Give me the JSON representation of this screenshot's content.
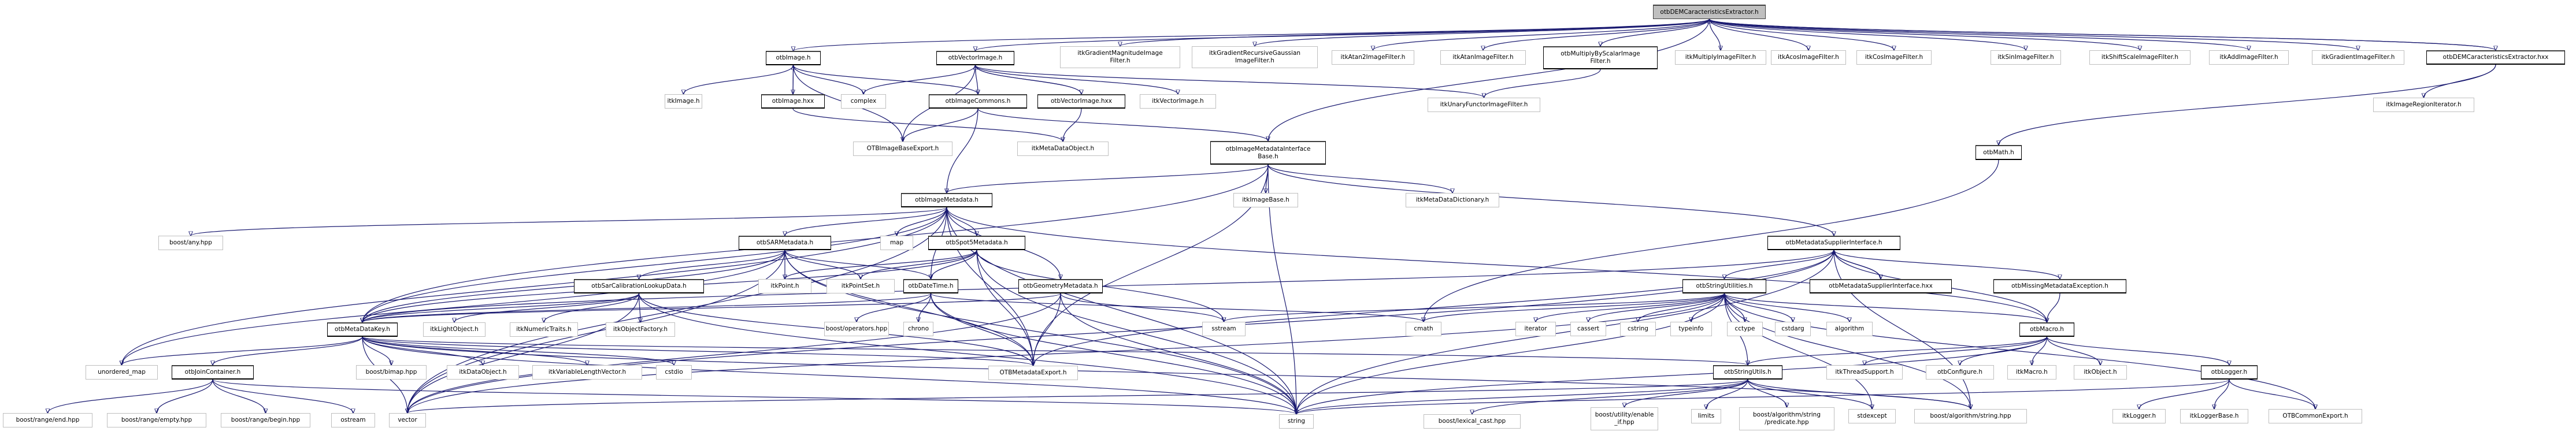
{
  "title": "otbDEMCaracteristicsExtractor.h include dependency graph",
  "colors": {
    "edge": "#191970",
    "root_fill": "#bfbfbf",
    "external_border": "#bfbfbf",
    "internal_border": "#000000"
  },
  "nodes": [
    {
      "id": "root",
      "label": "otbDEMCaracteristicsExtractor.h",
      "kind": "root"
    },
    {
      "id": "otbImage_h",
      "label": "otbImage.h",
      "kind": "int"
    },
    {
      "id": "otbVectorImage_h",
      "label": "otbVectorImage.h",
      "kind": "int"
    },
    {
      "id": "itkGradientMagnitude",
      "label": "itkGradientMagnitudeImage\nFilter.h",
      "kind": "ext"
    },
    {
      "id": "itkGradientRecursive",
      "label": "itkGradientRecursiveGaussian\nImageFilter.h",
      "kind": "ext"
    },
    {
      "id": "itkAtan2",
      "label": "itkAtan2ImageFilter.h",
      "kind": "ext"
    },
    {
      "id": "itkAtan",
      "label": "itkAtanImageFilter.h",
      "kind": "ext"
    },
    {
      "id": "otbMultiplyByScalar",
      "label": "otbMultiplyByScalarImage\nFilter.h",
      "kind": "int"
    },
    {
      "id": "itkMultiply",
      "label": "itkMultiplyImageFilter.h",
      "kind": "ext"
    },
    {
      "id": "itkAcos",
      "label": "itkAcosImageFilter.h",
      "kind": "ext"
    },
    {
      "id": "itkCos",
      "label": "itkCosImageFilter.h",
      "kind": "ext"
    },
    {
      "id": "itkSin",
      "label": "itkSinImageFilter.h",
      "kind": "ext"
    },
    {
      "id": "itkShiftScale",
      "label": "itkShiftScaleImageFilter.h",
      "kind": "ext"
    },
    {
      "id": "itkAdd",
      "label": "itkAddImageFilter.h",
      "kind": "ext"
    },
    {
      "id": "itkGradient",
      "label": "itkGradientImageFilter.h",
      "kind": "ext"
    },
    {
      "id": "root_hxx",
      "label": "otbDEMCaracteristicsExtractor.hxx",
      "kind": "int"
    },
    {
      "id": "itkImage_h",
      "label": "itkImage.h",
      "kind": "ext"
    },
    {
      "id": "otbImage_hxx",
      "label": "otbImage.hxx",
      "kind": "int"
    },
    {
      "id": "complex",
      "label": "complex",
      "kind": "ext"
    },
    {
      "id": "otbImageCommons",
      "label": "otbImageCommons.h",
      "kind": "int"
    },
    {
      "id": "otbVectorImage_hxx",
      "label": "otbVectorImage.hxx",
      "kind": "int"
    },
    {
      "id": "itkVectorImage",
      "label": "itkVectorImage.h",
      "kind": "ext"
    },
    {
      "id": "itkUnaryFunctor",
      "label": "itkUnaryFunctorImageFilter.h",
      "kind": "ext"
    },
    {
      "id": "itkImageRegionIterator",
      "label": "itkImageRegionIterator.h",
      "kind": "ext"
    },
    {
      "id": "OTBImageBaseExport",
      "label": "OTBImageBaseExport.h",
      "kind": "ext"
    },
    {
      "id": "itkMetaDataObject",
      "label": "itkMetaDataObject.h",
      "kind": "ext"
    },
    {
      "id": "otbIMIBase",
      "label": "otbImageMetadataInterface\nBase.h",
      "kind": "int"
    },
    {
      "id": "otbMath",
      "label": "otbMath.h",
      "kind": "int"
    },
    {
      "id": "otbImageMetadata",
      "label": "otbImageMetadata.h",
      "kind": "int"
    },
    {
      "id": "itkImageBase",
      "label": "itkImageBase.h",
      "kind": "ext"
    },
    {
      "id": "itkMetaDataDictionary",
      "label": "itkMetaDataDictionary.h",
      "kind": "ext"
    },
    {
      "id": "boost_any",
      "label": "boost/any.hpp",
      "kind": "ext"
    },
    {
      "id": "otbSARMetadata",
      "label": "otbSARMetadata.h",
      "kind": "int"
    },
    {
      "id": "map",
      "label": "map",
      "kind": "ext"
    },
    {
      "id": "otbSpot5Metadata",
      "label": "otbSpot5Metadata.h",
      "kind": "int"
    },
    {
      "id": "otbMSI",
      "label": "otbMetadataSupplierInterface.h",
      "kind": "int"
    },
    {
      "id": "otbSarCal",
      "label": "otbSarCalibrationLookupData.h",
      "kind": "int"
    },
    {
      "id": "itkPoint",
      "label": "itkPoint.h",
      "kind": "ext"
    },
    {
      "id": "itkPointSet",
      "label": "itkPointSet.h",
      "kind": "ext"
    },
    {
      "id": "otbDateTime",
      "label": "otbDateTime.h",
      "kind": "int"
    },
    {
      "id": "otbGeometryMetadata",
      "label": "otbGeometryMetadata.h",
      "kind": "int"
    },
    {
      "id": "otbStringUtilities",
      "label": "otbStringUtilities.h",
      "kind": "int"
    },
    {
      "id": "otbMSI_hxx",
      "label": "otbMetadataSupplierInterface.hxx",
      "kind": "int"
    },
    {
      "id": "otbMissingMeta",
      "label": "otbMissingMetadataException.h",
      "kind": "int"
    },
    {
      "id": "otbMetaDataKey",
      "label": "otbMetaDataKey.h",
      "kind": "int"
    },
    {
      "id": "itkLightObject",
      "label": "itkLightObject.h",
      "kind": "ext"
    },
    {
      "id": "itkNumericTraits",
      "label": "itkNumericTraits.h",
      "kind": "ext"
    },
    {
      "id": "itkObjectFactory",
      "label": "itkObjectFactory.h",
      "kind": "ext"
    },
    {
      "id": "boost_operators",
      "label": "boost/operators.hpp",
      "kind": "ext"
    },
    {
      "id": "chrono",
      "label": "chrono",
      "kind": "ext"
    },
    {
      "id": "sstream",
      "label": "sstream",
      "kind": "ext"
    },
    {
      "id": "cmath",
      "label": "cmath",
      "kind": "ext"
    },
    {
      "id": "iterator",
      "label": "iterator",
      "kind": "ext"
    },
    {
      "id": "cassert",
      "label": "cassert",
      "kind": "ext"
    },
    {
      "id": "cstring",
      "label": "cstring",
      "kind": "ext"
    },
    {
      "id": "typeinfo",
      "label": "typeinfo",
      "kind": "ext"
    },
    {
      "id": "cctype",
      "label": "cctype",
      "kind": "ext"
    },
    {
      "id": "cstdarg",
      "label": "cstdarg",
      "kind": "ext"
    },
    {
      "id": "algorithm",
      "label": "algorithm",
      "kind": "ext"
    },
    {
      "id": "otbMacro",
      "label": "otbMacro.h",
      "kind": "int"
    },
    {
      "id": "unordered_map",
      "label": "unordered_map",
      "kind": "ext"
    },
    {
      "id": "otbJoinContainer",
      "label": "otbJoinContainer.h",
      "kind": "int"
    },
    {
      "id": "boost_bimap",
      "label": "boost/bimap.hpp",
      "kind": "ext"
    },
    {
      "id": "itkDataObject",
      "label": "itkDataObject.h",
      "kind": "ext"
    },
    {
      "id": "itkVLV",
      "label": "itkVariableLengthVector.h",
      "kind": "ext"
    },
    {
      "id": "cstdio",
      "label": "cstdio",
      "kind": "ext"
    },
    {
      "id": "OTBMetadataExport",
      "label": "OTBMetadataExport.h",
      "kind": "ext"
    },
    {
      "id": "otbStringUtils",
      "label": "otbStringUtils.h",
      "kind": "int"
    },
    {
      "id": "itkThreadSupport",
      "label": "itkThreadSupport.h",
      "kind": "ext"
    },
    {
      "id": "otbConfigure",
      "label": "otbConfigure.h",
      "kind": "ext"
    },
    {
      "id": "itkMacro",
      "label": "itkMacro.h",
      "kind": "ext"
    },
    {
      "id": "itkObject",
      "label": "itkObject.h",
      "kind": "ext"
    },
    {
      "id": "otbLogger",
      "label": "otbLogger.h",
      "kind": "int"
    },
    {
      "id": "boost_range_end",
      "label": "boost/range/end.hpp",
      "kind": "ext"
    },
    {
      "id": "boost_range_empty",
      "label": "boost/range/empty.hpp",
      "kind": "ext"
    },
    {
      "id": "boost_range_begin",
      "label": "boost/range/begin.hpp",
      "kind": "ext"
    },
    {
      "id": "ostream",
      "label": "ostream",
      "kind": "ext"
    },
    {
      "id": "vector",
      "label": "vector",
      "kind": "ext"
    },
    {
      "id": "string",
      "label": "string",
      "kind": "ext"
    },
    {
      "id": "boost_lexical_cast",
      "label": "boost/lexical_cast.hpp",
      "kind": "ext"
    },
    {
      "id": "boost_enable_if",
      "label": "boost/utility/enable\n_if.hpp",
      "kind": "ext"
    },
    {
      "id": "limits",
      "label": "limits",
      "kind": "ext"
    },
    {
      "id": "boost_predicate",
      "label": "boost/algorithm/string\n/predicate.hpp",
      "kind": "ext"
    },
    {
      "id": "stdexcept",
      "label": "stdexcept",
      "kind": "ext"
    },
    {
      "id": "boost_alg_string",
      "label": "boost/algorithm/string.hpp",
      "kind": "ext"
    },
    {
      "id": "itkLogger",
      "label": "itkLogger.h",
      "kind": "ext"
    },
    {
      "id": "itkLoggerBase",
      "label": "itkLoggerBase.h",
      "kind": "ext"
    },
    {
      "id": "OTBCommonExport",
      "label": "OTBCommonExport.h",
      "kind": "ext"
    }
  ],
  "edges": [
    [
      "root",
      "otbImage_h"
    ],
    [
      "root",
      "otbVectorImage_h"
    ],
    [
      "root",
      "itkGradientMagnitude"
    ],
    [
      "root",
      "itkGradientRecursive"
    ],
    [
      "root",
      "itkAtan2"
    ],
    [
      "root",
      "itkAtan"
    ],
    [
      "root",
      "otbMultiplyByScalar"
    ],
    [
      "root",
      "itkMultiply"
    ],
    [
      "root",
      "itkAcos"
    ],
    [
      "root",
      "itkCos"
    ],
    [
      "root",
      "itkSin"
    ],
    [
      "root",
      "itkShiftScale"
    ],
    [
      "root",
      "itkAdd"
    ],
    [
      "root",
      "itkGradient"
    ],
    [
      "root",
      "root_hxx"
    ],
    [
      "root",
      "otbIMIBase"
    ],
    [
      "root_hxx",
      "root"
    ],
    [
      "root_hxx",
      "itkImageRegionIterator"
    ],
    [
      "root_hxx",
      "otbMath"
    ],
    [
      "otbImage_h",
      "itkImage_h"
    ],
    [
      "otbImage_h",
      "otbImage_hxx"
    ],
    [
      "otbImage_h",
      "complex"
    ],
    [
      "otbImage_h",
      "otbImageCommons"
    ],
    [
      "otbImage_h",
      "OTBImageBaseExport"
    ],
    [
      "otbImage_hxx",
      "otbImage_h"
    ],
    [
      "otbImage_hxx",
      "itkMetaDataObject"
    ],
    [
      "otbVectorImage_h",
      "complex"
    ],
    [
      "otbVectorImage_h",
      "otbImageCommons"
    ],
    [
      "otbVectorImage_h",
      "otbVectorImage_hxx"
    ],
    [
      "otbVectorImage_h",
      "itkVectorImage"
    ],
    [
      "otbVectorImage_h",
      "OTBImageBaseExport"
    ],
    [
      "otbVectorImage_h",
      "itkUnaryFunctor"
    ],
    [
      "otbVectorImage_hxx",
      "otbVectorImage_h"
    ],
    [
      "otbVectorImage_hxx",
      "itkMetaDataObject"
    ],
    [
      "otbMultiplyByScalar",
      "itkUnaryFunctor"
    ],
    [
      "otbImageCommons",
      "OTBImageBaseExport"
    ],
    [
      "otbImageCommons",
      "otbIMIBase"
    ],
    [
      "otbImageCommons",
      "otbImageMetadata"
    ],
    [
      "otbIMIBase",
      "otbImageMetadata"
    ],
    [
      "otbIMIBase",
      "itkImageBase"
    ],
    [
      "otbIMIBase",
      "itkMetaDataDictionary"
    ],
    [
      "otbIMIBase",
      "otbMSI"
    ],
    [
      "otbIMIBase",
      "string"
    ],
    [
      "otbIMIBase",
      "OTBMetadataExport"
    ],
    [
      "otbIMIBase",
      "otbMetaDataKey"
    ],
    [
      "otbMath",
      "cmath"
    ],
    [
      "otbImageMetadata",
      "boost_any"
    ],
    [
      "otbImageMetadata",
      "otbSARMetadata"
    ],
    [
      "otbImageMetadata",
      "map"
    ],
    [
      "otbImageMetadata",
      "otbSpot5Metadata"
    ],
    [
      "otbImageMetadata",
      "otbGeometryMetadata"
    ],
    [
      "otbImageMetadata",
      "otbMetaDataKey"
    ],
    [
      "otbImageMetadata",
      "OTBMetadataExport"
    ],
    [
      "otbImageMetadata",
      "string"
    ],
    [
      "otbImageMetadata",
      "vector"
    ],
    [
      "otbImageMetadata",
      "unordered_map"
    ],
    [
      "otbImageMetadata",
      "otbMacro"
    ],
    [
      "otbImageMetadata",
      "otbDateTime"
    ],
    [
      "otbSARMetadata",
      "otbSarCal"
    ],
    [
      "otbSARMetadata",
      "itkPoint"
    ],
    [
      "otbSARMetadata",
      "itkPointSet"
    ],
    [
      "otbSARMetadata",
      "otbDateTime"
    ],
    [
      "otbSARMetadata",
      "otbMetaDataKey"
    ],
    [
      "otbSARMetadata",
      "OTBMetadataExport"
    ],
    [
      "otbSARMetadata",
      "string"
    ],
    [
      "otbSARMetadata",
      "vector"
    ],
    [
      "otbSARMetadata",
      "unordered_map"
    ],
    [
      "otbSpot5Metadata",
      "itkPoint"
    ],
    [
      "otbSpot5Metadata",
      "itkPointSet"
    ],
    [
      "otbSpot5Metadata",
      "otbDateTime"
    ],
    [
      "otbSpot5Metadata",
      "otbMetaDataKey"
    ],
    [
      "otbSpot5Metadata",
      "OTBMetadataExport"
    ],
    [
      "otbSpot5Metadata",
      "string"
    ],
    [
      "otbSpot5Metadata",
      "sstream"
    ],
    [
      "otbSarCal",
      "otbMetaDataKey"
    ],
    [
      "otbSarCal",
      "itkLightObject"
    ],
    [
      "otbSarCal",
      "itkNumericTraits"
    ],
    [
      "otbSarCal",
      "itkObjectFactory"
    ],
    [
      "otbSarCal",
      "OTBMetadataExport"
    ],
    [
      "otbSarCal",
      "string"
    ],
    [
      "otbSarCal",
      "vector"
    ],
    [
      "otbDateTime",
      "boost_operators"
    ],
    [
      "otbDateTime",
      "chrono"
    ],
    [
      "otbDateTime",
      "OTBMetadataExport"
    ],
    [
      "otbDateTime",
      "string"
    ],
    [
      "otbDateTime",
      "cmath"
    ],
    [
      "otbDateTime",
      "otbMetaDataKey"
    ],
    [
      "otbGeometryMetadata",
      "OTBMetadataExport"
    ],
    [
      "otbGeometryMetadata",
      "sstream"
    ],
    [
      "otbGeometryMetadata",
      "string"
    ],
    [
      "otbGeometryMetadata",
      "vector"
    ],
    [
      "otbGeometryMetadata",
      "otbMetaDataKey"
    ],
    [
      "otbMSI",
      "otbStringUtilities"
    ],
    [
      "otbMSI",
      "otbMSI_hxx"
    ],
    [
      "otbMSI",
      "otbMissingMeta"
    ],
    [
      "otbMSI",
      "otbMacro"
    ],
    [
      "otbMSI",
      "OTBMetadataExport"
    ],
    [
      "otbMSI",
      "string"
    ],
    [
      "otbMSI",
      "otbMetaDataKey"
    ],
    [
      "otbMSI",
      "boost_alg_string"
    ],
    [
      "otbMSI",
      "vector"
    ],
    [
      "otbMSI_hxx",
      "otbMSI"
    ],
    [
      "otbMissingMeta",
      "otbMacro"
    ],
    [
      "otbStringUtilities",
      "iterator"
    ],
    [
      "otbStringUtilities",
      "cassert"
    ],
    [
      "otbStringUtilities",
      "cstring"
    ],
    [
      "otbStringUtilities",
      "typeinfo"
    ],
    [
      "otbStringUtilities",
      "cctype"
    ],
    [
      "otbStringUtilities",
      "cstdarg"
    ],
    [
      "otbStringUtilities",
      "algorithm"
    ],
    [
      "otbStringUtilities",
      "otbMacro"
    ],
    [
      "otbStringUtilities",
      "sstream"
    ],
    [
      "otbStringUtilities",
      "cmath"
    ],
    [
      "otbStringUtilities",
      "string"
    ],
    [
      "otbStringUtilities",
      "otbStringUtils"
    ],
    [
      "otbStringUtilities",
      "stdexcept"
    ],
    [
      "otbStringUtilities",
      "boost_alg_string"
    ],
    [
      "otbStringUtilities",
      "OTBCommonExport"
    ],
    [
      "otbStringUtilities",
      "vector"
    ],
    [
      "otbMacro",
      "itkThreadSupport"
    ],
    [
      "otbMacro",
      "otbConfigure"
    ],
    [
      "otbMacro",
      "itkMacro"
    ],
    [
      "otbMacro",
      "itkObject"
    ],
    [
      "otbMacro",
      "otbLogger"
    ],
    [
      "otbMacro",
      "otbStringUtils"
    ],
    [
      "otbMacro",
      "string"
    ],
    [
      "otbLogger",
      "itkLogger"
    ],
    [
      "otbLogger",
      "itkLoggerBase"
    ],
    [
      "otbLogger",
      "OTBCommonExport"
    ],
    [
      "otbLogger",
      "string"
    ],
    [
      "otbMetaDataKey",
      "unordered_map"
    ],
    [
      "otbMetaDataKey",
      "otbJoinContainer"
    ],
    [
      "otbMetaDataKey",
      "boost_bimap"
    ],
    [
      "otbMetaDataKey",
      "itkDataObject"
    ],
    [
      "otbMetaDataKey",
      "itkVLV"
    ],
    [
      "otbMetaDataKey",
      "cstdio"
    ],
    [
      "otbMetaDataKey",
      "OTBMetadataExport"
    ],
    [
      "otbMetaDataKey",
      "otbStringUtils"
    ],
    [
      "otbMetaDataKey",
      "string"
    ],
    [
      "otbMetaDataKey",
      "vector"
    ],
    [
      "otbMetaDataKey",
      "boost_alg_string"
    ],
    [
      "otbJoinContainer",
      "boost_range_end"
    ],
    [
      "otbJoinContainer",
      "boost_range_empty"
    ],
    [
      "otbJoinContainer",
      "boost_range_begin"
    ],
    [
      "otbJoinContainer",
      "ostream"
    ],
    [
      "otbJoinContainer",
      "string"
    ],
    [
      "otbStringUtils",
      "boost_enable_if"
    ],
    [
      "otbStringUtils",
      "limits"
    ],
    [
      "otbStringUtils",
      "boost_predicate"
    ],
    [
      "otbStringUtils",
      "stdexcept"
    ],
    [
      "otbStringUtils",
      "boost_alg_string"
    ],
    [
      "otbStringUtils",
      "string"
    ],
    [
      "otbStringUtils",
      "vector"
    ],
    [
      "otbStringUtils",
      "boost_lexical_cast"
    ]
  ]
}
